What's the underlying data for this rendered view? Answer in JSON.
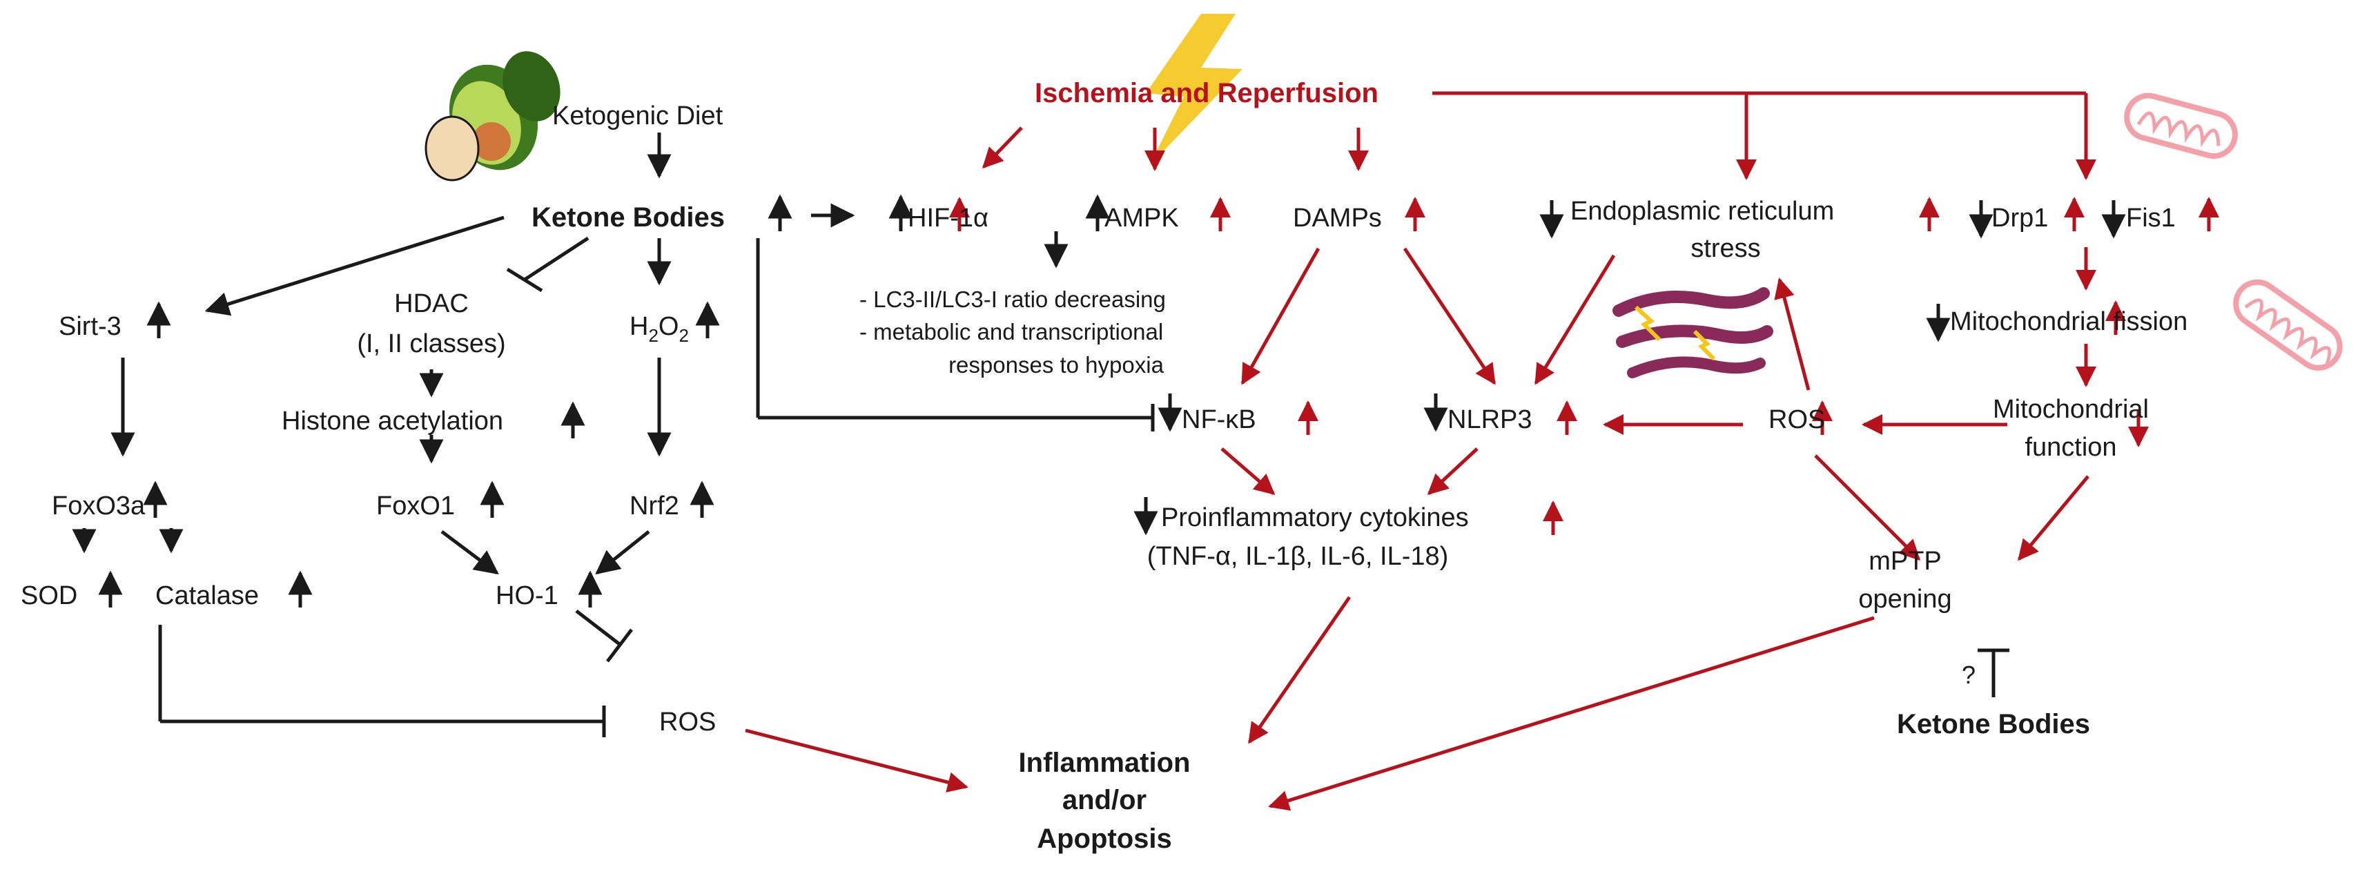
{
  "colors": {
    "black": "#1a1a1a",
    "red": "#b5121b",
    "lightning": "#f5c518",
    "avocado_outer": "#3f7a1f",
    "avocado_flesh": "#b8d85a",
    "avocado_pit": "#d0763a",
    "egg": "#f3d9b1",
    "mitochondria_pink": "#f4a0a8",
    "er_purple": "#8a2a5a"
  },
  "icons": {
    "lightning": "lightning-bolt-icon",
    "food": "avocado-egg-icon",
    "mitochondria": "mitochondria-icon",
    "er": "endoplasmic-reticulum-icon"
  },
  "labels": {
    "ischemia": "Ischemia and Reperfusion",
    "keto_diet": "Ketogenic Diet",
    "ketone_bodies": "Ketone Bodies",
    "hif": "HIF-1α",
    "ampk": "AMPK",
    "damps": "DAMPs",
    "er_line1": "Endoplasmic reticulum",
    "er_line2": "stress",
    "drp1": "Drp1",
    "fis1": "Fis1",
    "sirt3": "Sirt-3",
    "hdac_line1": "HDAC",
    "hdac_line2": "(I, II classes)",
    "h2o2_main": "H",
    "h2o2_sub1": "2",
    "h2o2_mid": "O",
    "h2o2_sub2": "2",
    "hif_note1": "- LC3-II/LC3-I ratio decreasing",
    "hif_note2": "- metabolic and transcriptional",
    "hif_note3": "responses to hypoxia",
    "mito_fission": "Mitochondrial fission",
    "histone": "Histone acetylation",
    "nfkb": "NF-κB",
    "nlrp3": "NLRP3",
    "ros_right": "ROS",
    "mito_func_line1": "Mitochondrial",
    "mito_func_line2": "function",
    "foxo3a": "FoxO3a",
    "foxo1": "FoxO1",
    "nrf2": "Nrf2",
    "cytokines_line1": "Proinflammatory cytokines",
    "cytokines_line2": "(TNF-α, IL-1β, IL-6, IL-18)",
    "sod": "SOD",
    "catalase": "Catalase",
    "ho1": "HO-1",
    "mptp_line1": "mPTP",
    "mptp_line2": "opening",
    "question": "?",
    "ketone_bodies_bottom": "Ketone Bodies",
    "ros_left": "ROS",
    "outcome_line1": "Inflammation",
    "outcome_line2": "and/or",
    "outcome_line3": "Apoptosis"
  }
}
